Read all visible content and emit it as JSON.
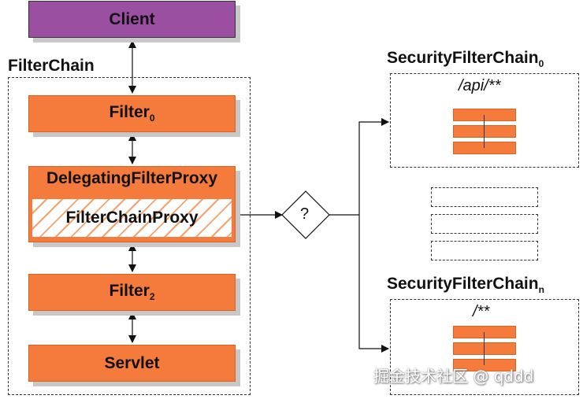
{
  "client": {
    "label": "Client"
  },
  "filter_chain": {
    "title": "FilterChain",
    "filter0": {
      "label": "Filter",
      "sub": "0"
    },
    "delegating": {
      "label": "DelegatingFilterProxy"
    },
    "filter_chain_proxy": {
      "label": "FilterChainProxy"
    },
    "filter2": {
      "label": "Filter",
      "sub": "2"
    },
    "servlet": {
      "label": "Servlet"
    }
  },
  "decision": {
    "label": "?"
  },
  "security_chain_0": {
    "title": "SecurityFilterChain",
    "sub": "0",
    "pattern": "/api/**"
  },
  "security_chain_n": {
    "title": "SecurityFilterChain",
    "sub": "n",
    "pattern": "/**"
  },
  "watermark": "掘金技术社区 @ qddd",
  "colors": {
    "client": "#9b4fa0",
    "filter": "#f47b3b",
    "shadow": "#c8c8c8"
  }
}
